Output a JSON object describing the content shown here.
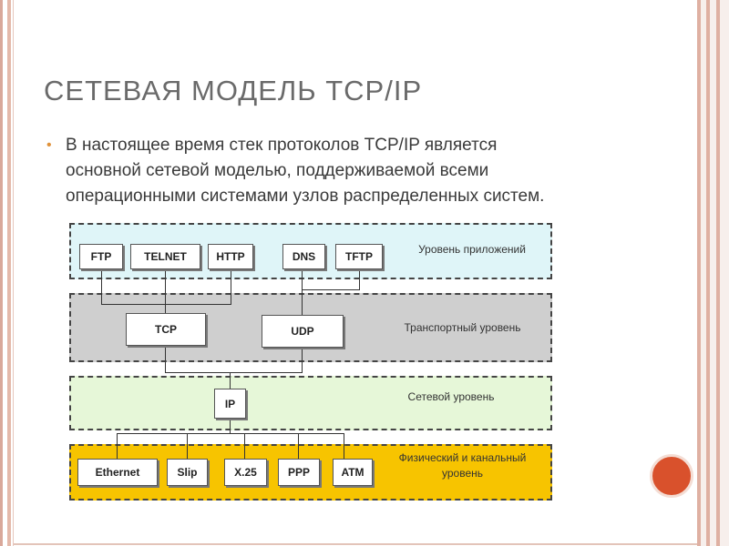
{
  "slide": {
    "title": "СЕТЕВАЯ МОДЕЛЬ TCP/IP",
    "bullet": "В настоящее время стек протоколов TCP/IP является основной сетевой моделью, поддерживаемой всеми операционными системами узлов распределенных систем."
  },
  "diagram": {
    "layers": {
      "application": "Уровень приложений",
      "transport": "Транспортный уровень",
      "network": "Сетевой уровень",
      "physical": "Физический и канальный уровень"
    },
    "protocols": {
      "ftp": "FTP",
      "telnet": "TELNET",
      "http": "HTTP",
      "dns": "DNS",
      "tftp": "TFTP",
      "tcp": "TCP",
      "udp": "UDP",
      "ip": "IP",
      "ethernet": "Ethernet",
      "slip": "Slip",
      "x25": "X.25",
      "ppp": "PPP",
      "atm": "ATM"
    }
  },
  "colors": {
    "application_layer": "#dff5f8",
    "transport_layer": "#cfcfcf",
    "network_layer": "#e6f7d8",
    "physical_layer": "#f7c400",
    "accent_circle": "#d9512c",
    "bullet": "#e0923a"
  }
}
